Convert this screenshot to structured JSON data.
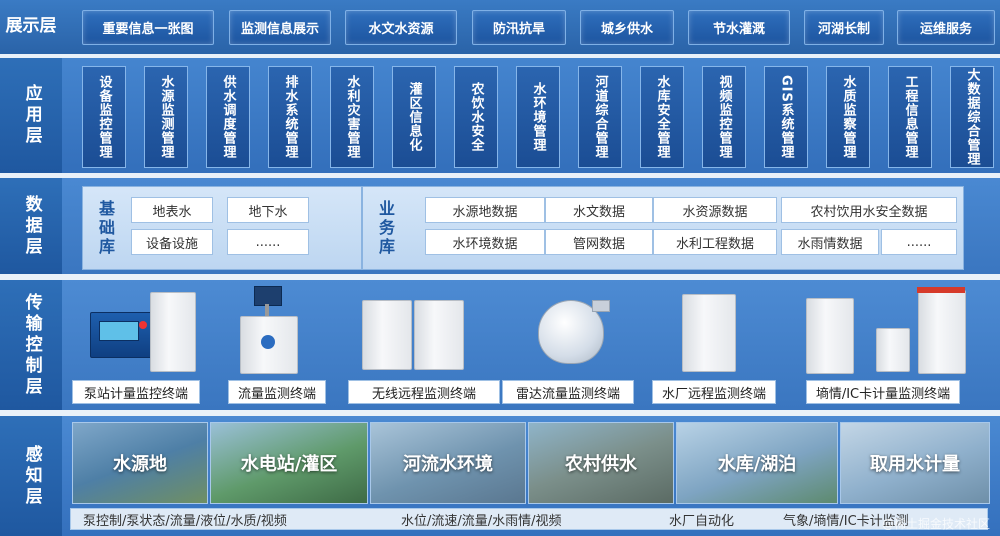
{
  "layers": {
    "display": {
      "label": "展示层",
      "items": [
        "重要信息一张图",
        "监测信息展示",
        "水文水资源",
        "防汛抗旱",
        "城乡供水",
        "节水灌溉",
        "河湖长制",
        "运维服务"
      ]
    },
    "application": {
      "label": "应用层",
      "items": [
        "设备监控管理",
        "水源监测管理",
        "供水调度管理",
        "排水系统管理",
        "水利灾害管理",
        "灌区信息化",
        "农饮水安全",
        "水环境管理",
        "河道综合管理",
        "水库安全管理",
        "视频监控管理",
        "GIS系统管理",
        "水质监察管理",
        "工程信息管理",
        "大数据综合管理"
      ]
    },
    "data": {
      "label": "数据层",
      "basic": {
        "title": "基础库",
        "cells": [
          "地表水",
          "地下水",
          "设备设施",
          "......"
        ]
      },
      "business": {
        "title": "业务库",
        "cells": [
          "水源地数据",
          "水文数据",
          "水资源数据",
          "农村饮用水安全数据",
          "水环境数据",
          "管网数据",
          "水利工程数据",
          "水雨情数据",
          "......"
        ]
      }
    },
    "transport": {
      "label": "传输控制层",
      "devices": [
        "泵站计量监控终端",
        "流量监测终端",
        "无线远程监测终端",
        "雷达流量监测终端",
        "水厂远程监测终端",
        "墒情/IC卡计量监测终端"
      ]
    },
    "sensing": {
      "label": "感知层",
      "scenes": [
        "水源地",
        "水电站/灌区",
        "河流水环境",
        "农村供水",
        "水库/湖泊",
        "取用水计量"
      ],
      "captions": [
        "泵控制/泵状态/流量/液位/水质/视频",
        "水位/流速/流量/水雨情/视频",
        "水厂自动化",
        "气象/墒情/IC卡计监测"
      ]
    }
  },
  "watermarks": [
    "@稀土掘金技术社区"
  ],
  "colors": {
    "primary": "#1f58a0",
    "band": "#3a76c0"
  }
}
